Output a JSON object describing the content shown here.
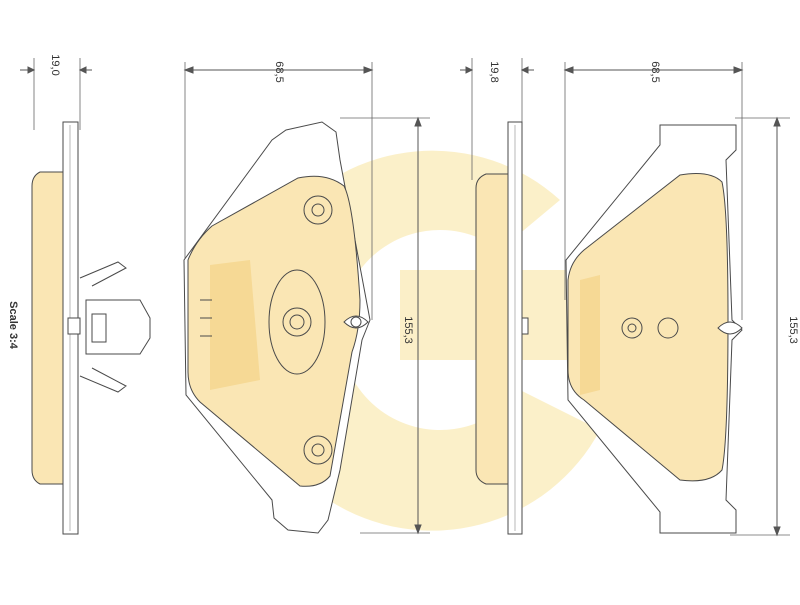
{
  "colors": {
    "pad_fill": "#fae6b4",
    "pad_fill_dark": "#f6d995",
    "outline": "#4a4a4a",
    "watermark": "#fbeec3",
    "dimension_line": "#555555",
    "background": "#ffffff"
  },
  "dimensions": {
    "left_thickness": "19,0",
    "left_width": "68,5",
    "left_height": "155,3",
    "right_thickness": "19,8",
    "right_width": "68,5",
    "right_height": "155,3"
  },
  "scale_label": "Scale 3:4",
  "watermark_logo": "G"
}
